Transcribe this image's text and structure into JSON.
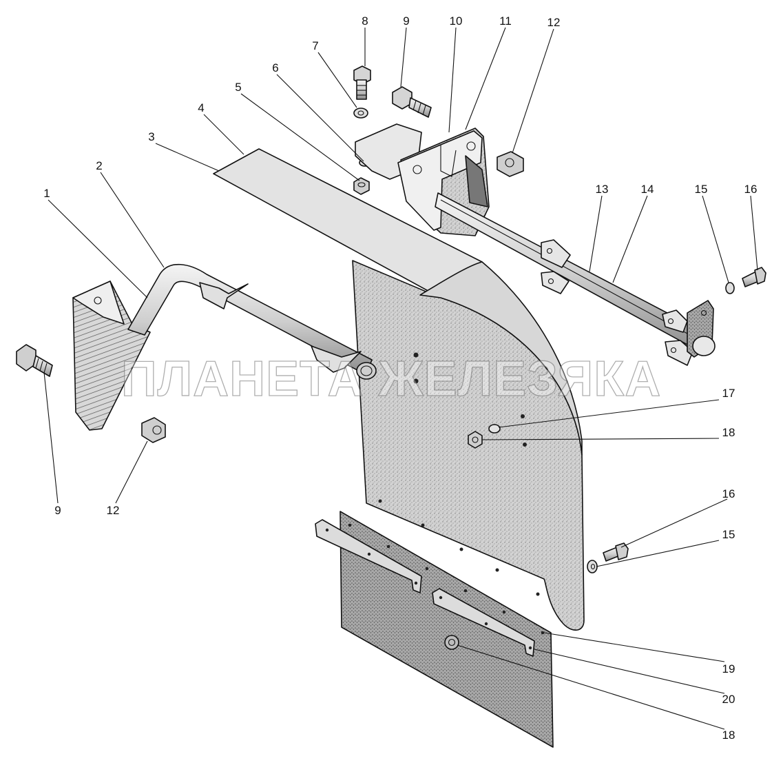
{
  "diagram": {
    "watermark": "ПЛАНЕТА ЖЕЛЕЗЯКА",
    "colors": {
      "ink": "#111111",
      "fill_light": "#e6e6e6",
      "fill_mid": "#c9c9c9",
      "fill_dark": "#9a9a9a"
    },
    "parts": [
      {
        "id": "bracket-left",
        "label": "1"
      },
      {
        "id": "bent-tube",
        "label": "2"
      },
      {
        "id": "fender-top",
        "label": "3"
      },
      {
        "id": "fender-edge",
        "label": "4"
      },
      {
        "id": "nut-small",
        "label": "5"
      },
      {
        "id": "spring-washer",
        "label": "6"
      },
      {
        "id": "washer",
        "label": "7"
      },
      {
        "id": "bolt-top",
        "label": "8"
      },
      {
        "id": "bolt-top-right",
        "label": "9"
      },
      {
        "id": "bracket-plate",
        "label": "10"
      },
      {
        "id": "bracket-plate-rear",
        "label": "11"
      },
      {
        "id": "nut-top",
        "label": "12"
      },
      {
        "id": "rod",
        "label": "13"
      },
      {
        "id": "rod-edge",
        "label": "14"
      },
      {
        "id": "washer-right",
        "label": "15"
      },
      {
        "id": "bolt-right",
        "label": "16"
      },
      {
        "id": "washer-mid",
        "label": "17"
      },
      {
        "id": "nut-mid",
        "label": "18"
      },
      {
        "id": "flap-hole",
        "label": "19"
      },
      {
        "id": "flap-strip",
        "label": "20"
      },
      {
        "id": "bolt-left",
        "label": "9"
      },
      {
        "id": "nut-left",
        "label": "12"
      },
      {
        "id": "bolt-lower-right",
        "label": "16"
      },
      {
        "id": "washer-lower-right",
        "label": "15"
      },
      {
        "id": "nut-flap",
        "label": "18"
      }
    ]
  }
}
